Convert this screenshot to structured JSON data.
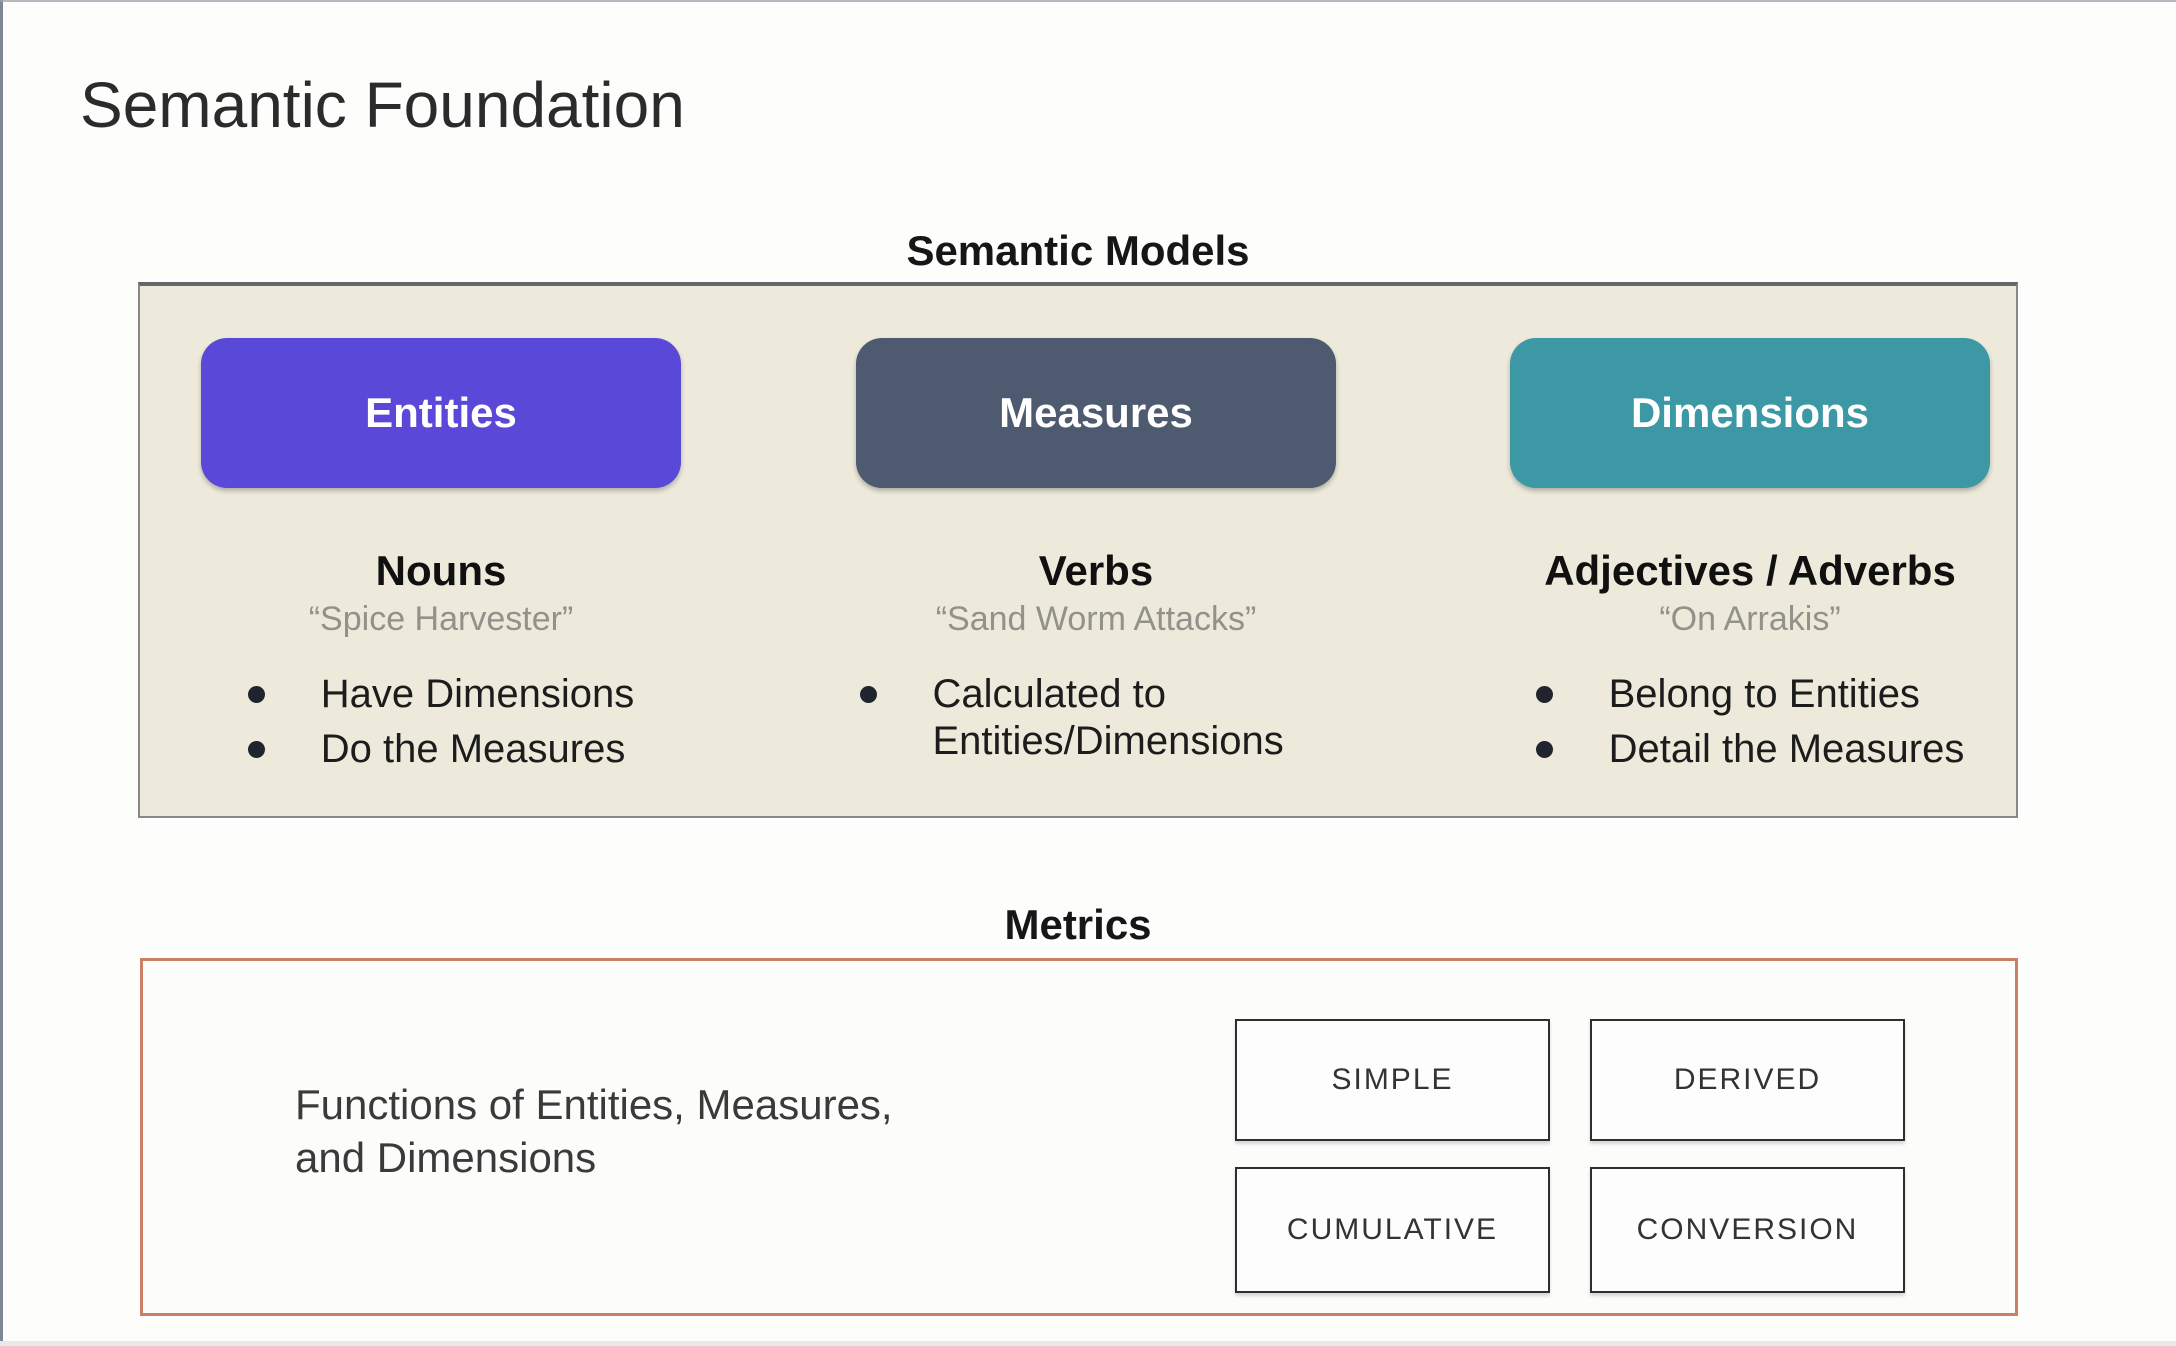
{
  "page": {
    "title": "Semantic Foundation"
  },
  "semantic_models": {
    "heading": "Semantic Models",
    "columns": [
      {
        "button": "Entities",
        "button_color": "#5a49d8",
        "category": "Nouns",
        "example": "“Spice Harvester”",
        "bullets": [
          "Have Dimensions",
          "Do the Measures"
        ]
      },
      {
        "button": "Measures",
        "button_color": "#4e5a70",
        "category": "Verbs",
        "example": "“Sand Worm Attacks”",
        "bullets": [
          "Calculated to Entities/Dimensions"
        ]
      },
      {
        "button": "Dimensions",
        "button_color": "#3d98a6",
        "category": "Adjectives / Adverbs",
        "example": "“On Arrakis”",
        "bullets": [
          "Belong to Entities",
          "Detail the Measures"
        ]
      }
    ]
  },
  "metrics": {
    "heading": "Metrics",
    "description_line1": "Functions of Entities, Measures,",
    "description_line2": "and Dimensions",
    "types": [
      "SIMPLE",
      "DERIVED",
      "CUMULATIVE",
      "CONVERSION"
    ]
  },
  "colors": {
    "slide_background": "#fdfdfc",
    "models_box_fill": "#edeadb",
    "models_box_border": "#85898d",
    "metrics_box_border": "#cb7f64",
    "entities_purple": "#5a49d8",
    "measures_slate": "#4e5a70",
    "dimensions_teal": "#3d98a6",
    "quote_gray": "#92918a",
    "type_box_border": "#2e2e2e"
  }
}
